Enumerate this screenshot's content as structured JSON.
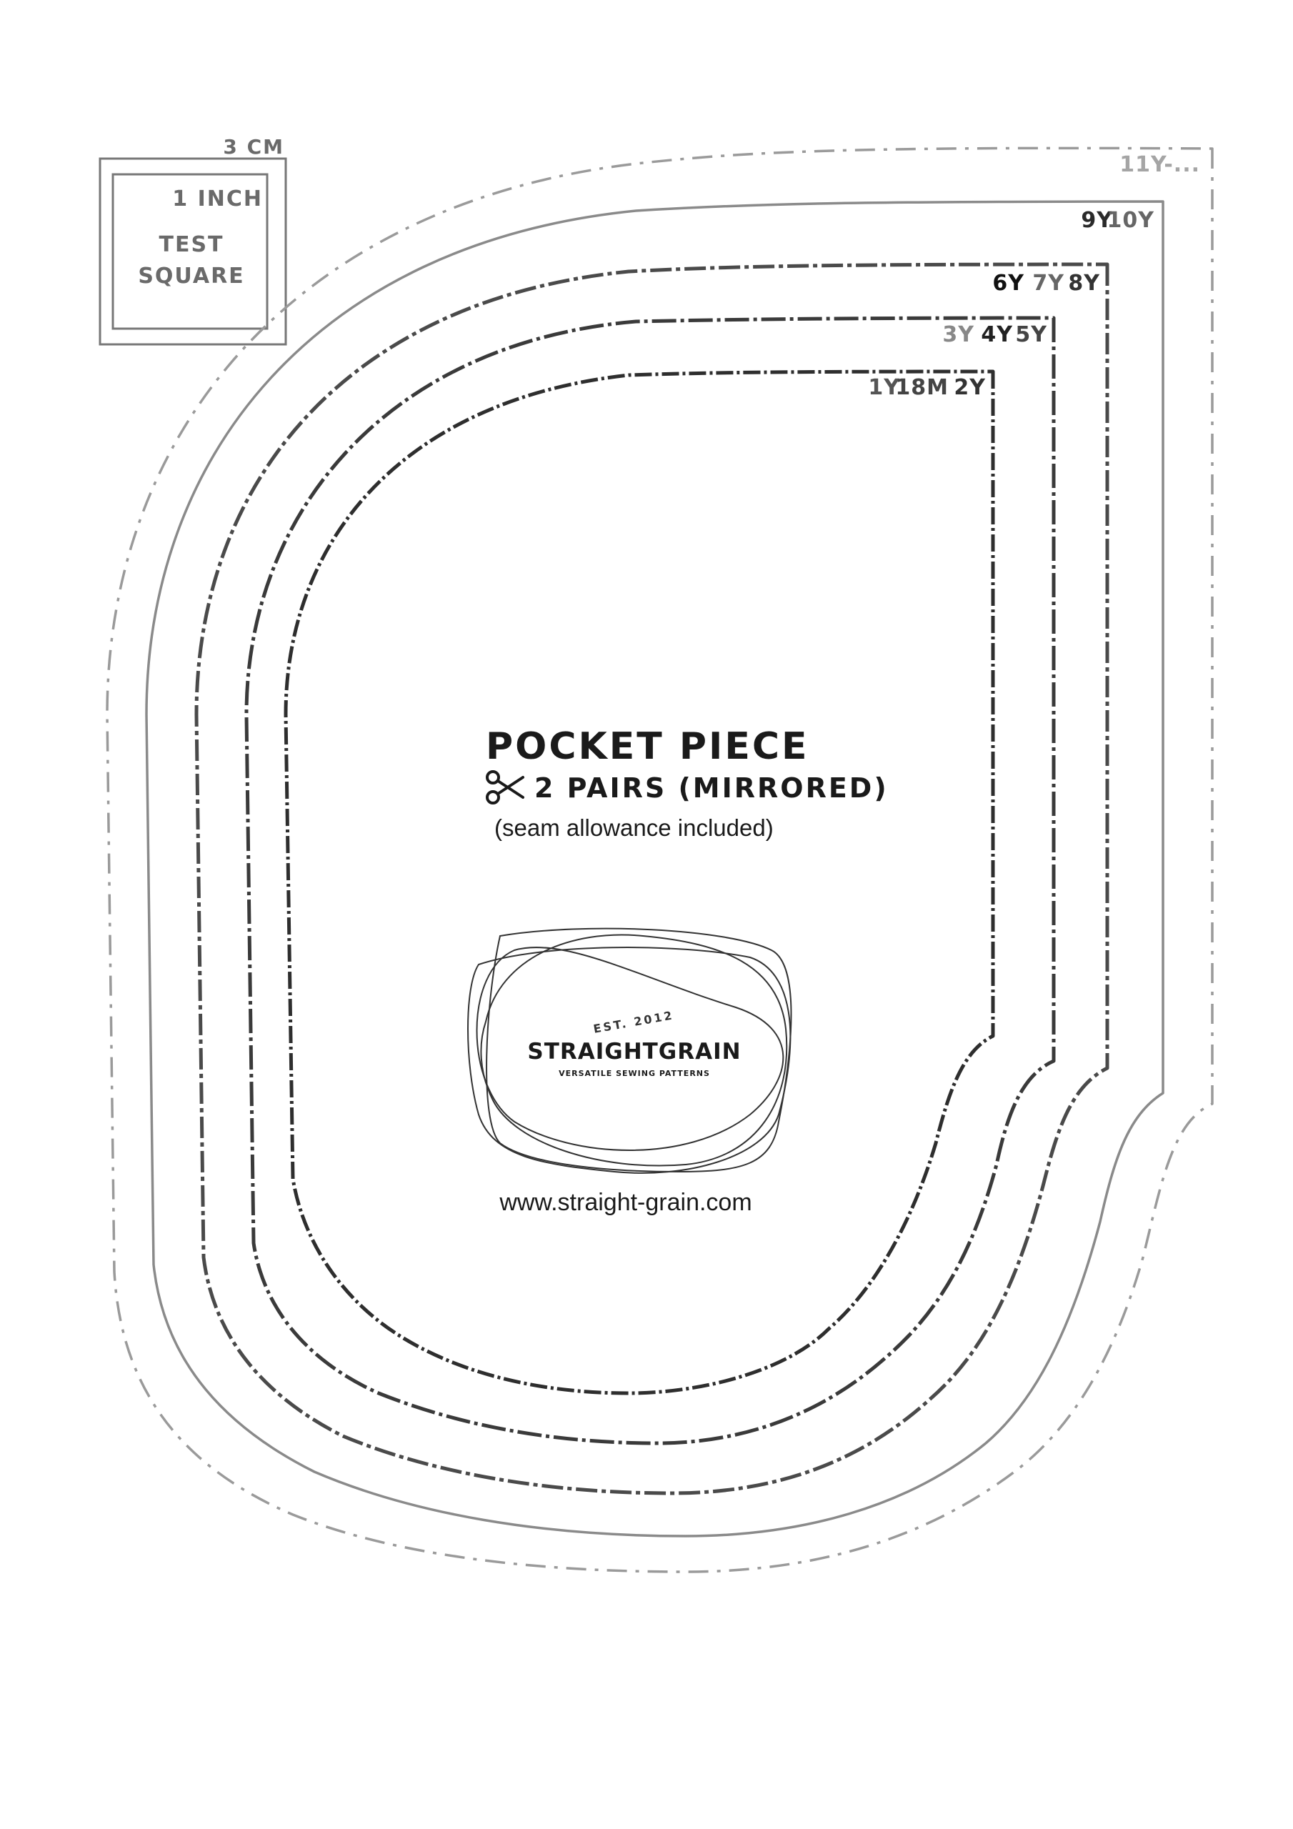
{
  "test_square": {
    "cm_label": "3 CM",
    "inch_label": "1 INCH",
    "title_line1": "TEST",
    "title_line2": "SQUARE"
  },
  "size_groups": [
    {
      "label_a": "11Y-...",
      "label_b": "",
      "label_c": ""
    },
    {
      "label_a": "9Y",
      "label_b": "10Y",
      "label_c": ""
    },
    {
      "label_a": "6Y",
      "label_b": "7Y",
      "label_c": "8Y"
    },
    {
      "label_a": "3Y",
      "label_b": "4Y",
      "label_c": "5Y"
    },
    {
      "label_a": "1Y",
      "label_b": "18M",
      "label_c": "2Y"
    }
  ],
  "piece": {
    "title": "POCKET PIECE",
    "cut_icon": "scissors-icon",
    "cut_instruction": "2 PAIRS (MIRRORED)",
    "note": "(seam allowance included)"
  },
  "logo": {
    "est": "EST. 2012",
    "brand": "STRAIGHTGRAIN",
    "tagline": "VERSATILE SEWING PATTERNS"
  },
  "website": "www.straight-grain.com",
  "colors": {
    "line_dark": "#3a3a3a",
    "line_mid": "#555555",
    "line_light": "#9a9a9a",
    "text_dark": "#1a1a1a"
  }
}
